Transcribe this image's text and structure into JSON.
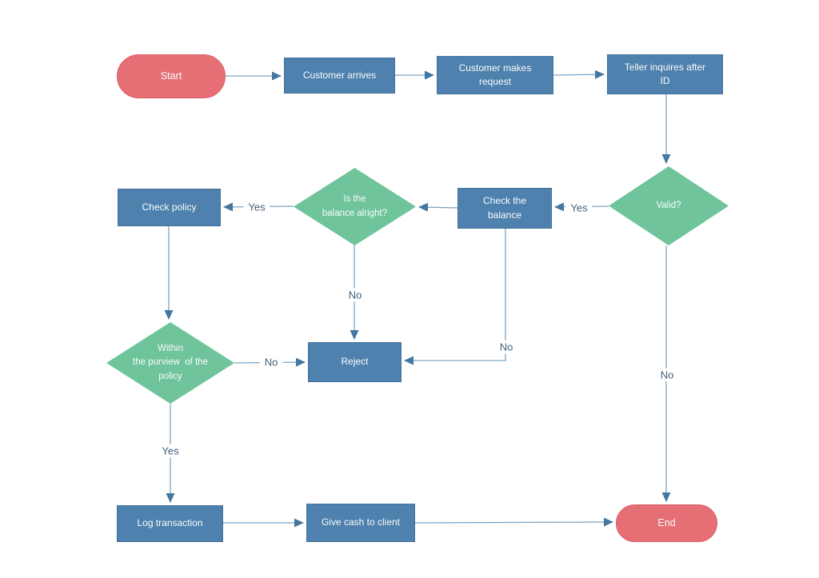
{
  "nodes": {
    "start": {
      "type": "terminal",
      "label": "Start"
    },
    "customer_arrives": {
      "type": "process",
      "label": "Customer arrives"
    },
    "customer_makes_request": {
      "type": "process",
      "label": "Customer makes\nrequest"
    },
    "teller_inquires": {
      "type": "process",
      "label": "Teller inquires after\nID"
    },
    "valid": {
      "type": "decision",
      "label": "Valid?"
    },
    "check_balance": {
      "type": "process",
      "label": "Check the\nbalance"
    },
    "balance_alright": {
      "type": "decision",
      "label": "Is the\nbalance alright?"
    },
    "check_policy": {
      "type": "process",
      "label": "Check policy"
    },
    "within_purview": {
      "type": "decision",
      "label": "Within\nthe purview  of the\npolicy"
    },
    "reject": {
      "type": "process",
      "label": "Reject"
    },
    "log_transaction": {
      "type": "process",
      "label": "Log transaction"
    },
    "give_cash": {
      "type": "process",
      "label": "Give cash to client"
    },
    "end": {
      "type": "terminal",
      "label": "End"
    }
  },
  "edges": [
    {
      "from": "start",
      "to": "customer_arrives",
      "label": ""
    },
    {
      "from": "customer_arrives",
      "to": "customer_makes_request",
      "label": ""
    },
    {
      "from": "customer_makes_request",
      "to": "teller_inquires",
      "label": ""
    },
    {
      "from": "teller_inquires",
      "to": "valid",
      "label": ""
    },
    {
      "from": "valid",
      "to": "check_balance",
      "label": "Yes"
    },
    {
      "from": "check_balance",
      "to": "balance_alright",
      "label": ""
    },
    {
      "from": "balance_alright",
      "to": "check_policy",
      "label": "Yes"
    },
    {
      "from": "check_policy",
      "to": "within_purview",
      "label": ""
    },
    {
      "from": "balance_alright",
      "to": "reject",
      "label": "No"
    },
    {
      "from": "check_balance",
      "to": "reject",
      "label": "No"
    },
    {
      "from": "within_purview",
      "to": "reject",
      "label": "No"
    },
    {
      "from": "within_purview",
      "to": "log_transaction",
      "label": "Yes"
    },
    {
      "from": "log_transaction",
      "to": "give_cash",
      "label": ""
    },
    {
      "from": "give_cash",
      "to": "end",
      "label": ""
    },
    {
      "from": "valid",
      "to": "end",
      "label": "No"
    }
  ],
  "colors": {
    "process_fill": "#4e81ad",
    "process_border": "#41719a",
    "decision_fill": "#6fc49b",
    "terminal_fill": "#e56f74",
    "terminal_border": "#d95f68",
    "connector": "#7ba3c3",
    "arrowhead": "#44779f",
    "node_text": "#fafcfd",
    "edge_label_text": "#41607a",
    "background": "#ffffff"
  }
}
